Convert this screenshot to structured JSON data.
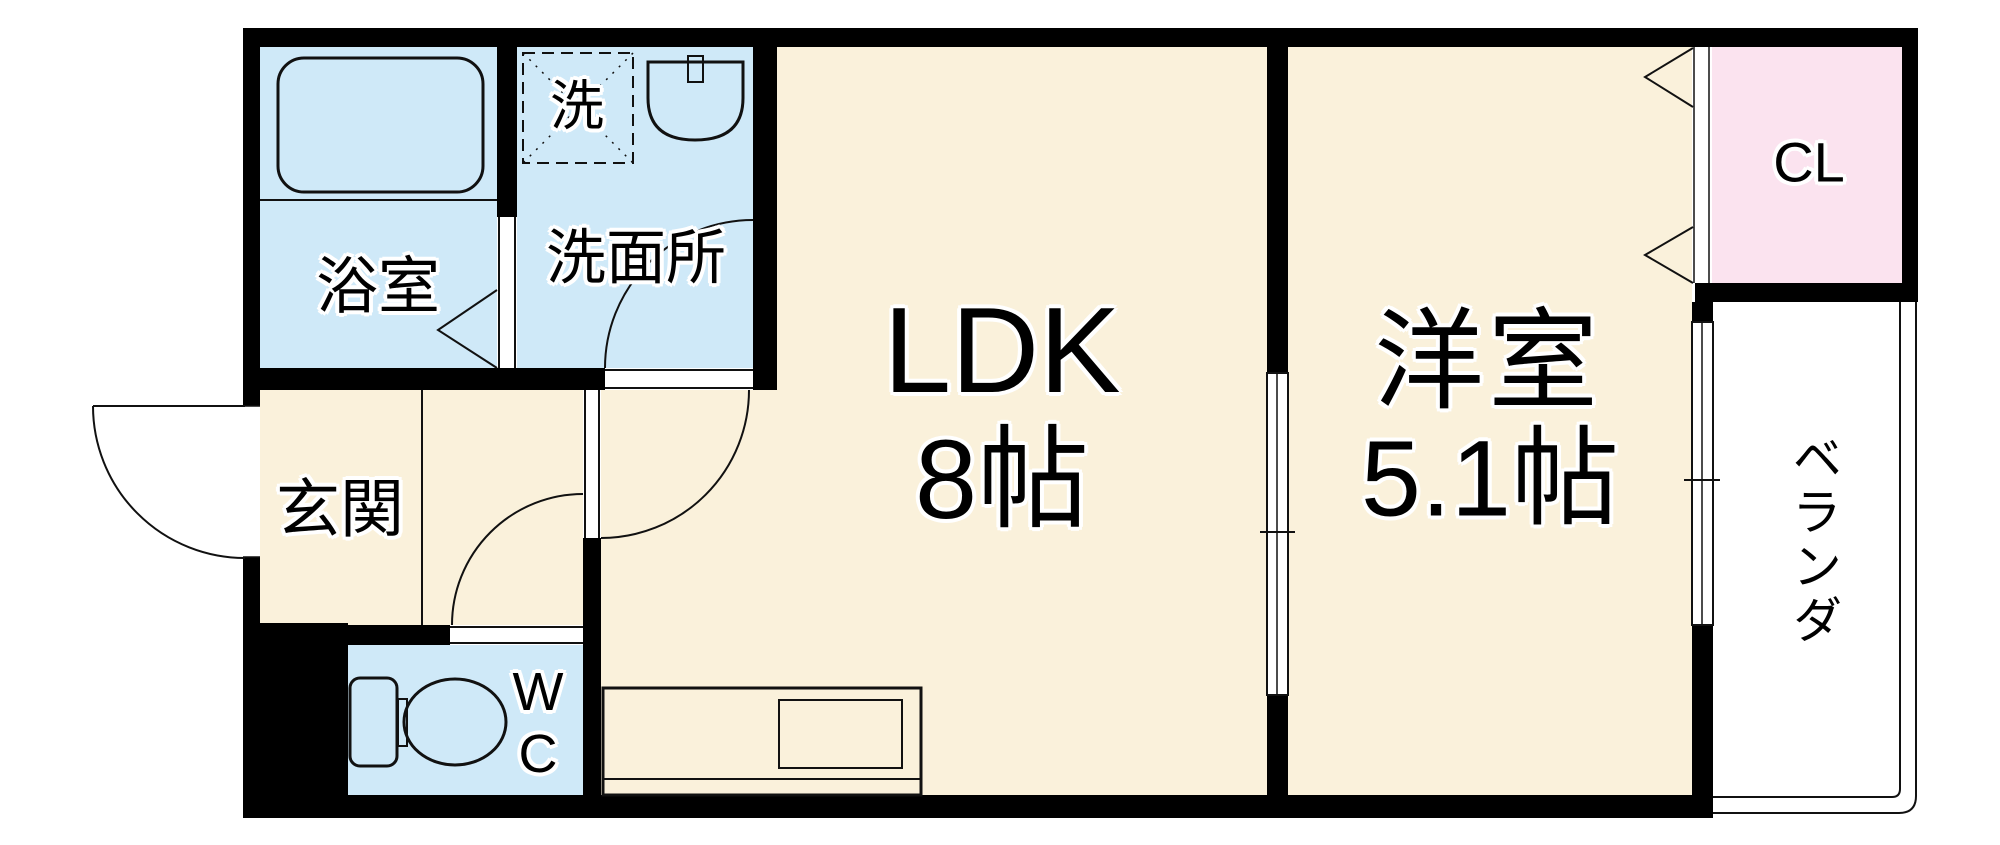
{
  "rooms": {
    "bathroom": {
      "label": "浴室"
    },
    "laundry": {
      "label": "洗"
    },
    "washroom": {
      "label": "洗面所"
    },
    "ldk": {
      "label": "LDK",
      "size": "8帖"
    },
    "western_room": {
      "label": "洋室",
      "size": "5.1帖"
    },
    "closet": {
      "label": "CL"
    },
    "veranda": {
      "label": "ベランダ"
    },
    "entrance": {
      "label": "玄関"
    },
    "toilet": {
      "label": "WC"
    }
  },
  "colors": {
    "room_cream": "#FAF1DB",
    "wet_blue": "#CFE9F8",
    "closet_pink": "#FBE3EF",
    "wall_black": "#000000",
    "line_black": "#111111",
    "bg_white": "#FFFFFF"
  }
}
